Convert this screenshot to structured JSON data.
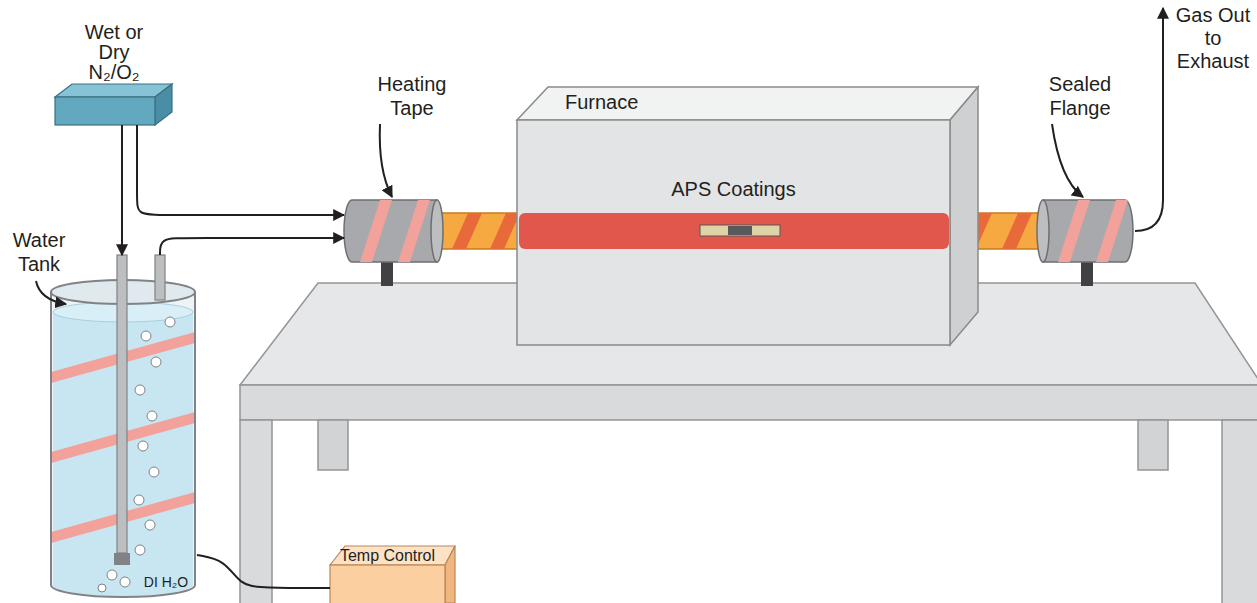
{
  "diagram": {
    "nodes": [
      {
        "text": [
          "Wet or Dry N₂/O₂"
        ]
      },
      {
        "text": [
          "Heating Tape"
        ]
      },
      {
        "text": [
          "Furnace",
          "APS Coatings"
        ]
      },
      {
        "text": [
          "Sealed Flange"
        ]
      },
      {
        "text": [
          "Water Tank",
          "DI H₂O"
        ]
      },
      {
        "text": [
          "Temp Control"
        ]
      }
    ],
    "edges": [
      {
        "from": 0,
        "to": 4,
        "arrow": "to"
      },
      {
        "from": 0,
        "to": 1,
        "arrow": "to"
      },
      {
        "from": 4,
        "to": 1,
        "arrow": "to"
      },
      {
        "from": 4,
        "to": 5,
        "arrow": "none"
      }
    ],
    "labels": [
      "Gas Out to Exhaust"
    ]
  }
}
